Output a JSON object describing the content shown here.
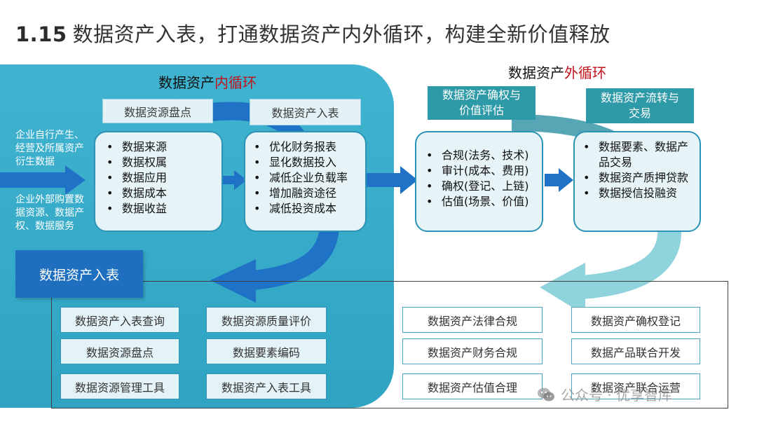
{
  "title": {
    "number": "1.15",
    "text": "数据资产入表，打通数据资产内外循环，构建全新价值释放"
  },
  "inner_cycle": {
    "heading_prefix": "数据资产",
    "heading_highlight": "内循环",
    "tag_left": "数据资源盘点",
    "tag_right": "数据资产入表",
    "box_left": [
      "数据来源",
      "数据权属",
      "数据应用",
      "数据成本",
      "数据收益"
    ],
    "box_right": [
      "优化财务报表",
      "显化数据投入",
      "减低企业负载率",
      "增加融资途径",
      "减低投资成本"
    ]
  },
  "outer_cycle": {
    "heading_prefix": "数据资产",
    "heading_highlight": "外循环",
    "tag_left_line1": "数据资产确权与",
    "tag_left_line2": "价值评估",
    "tag_right_line1": "数据资产流转与",
    "tag_right_line2": "交易",
    "box_left": [
      "合规(法务、技术)",
      "审计(成本、费用)",
      "确权(登记、上链)",
      "估值(场景、价值)"
    ],
    "box_right": [
      "数据要素、数据产品交易",
      "数据资产质押贷款",
      "数据授信投融资"
    ]
  },
  "sources": {
    "internal": "企业自行产生、经营及所属资产衍生数据",
    "external": "企业外部购置数据资源、数据产权、数据服务"
  },
  "entry_tab": "数据资产入表",
  "grid_left": [
    [
      "数据资产入表查询",
      "数据资源质量评价"
    ],
    [
      "数据资源盘点",
      "数据要素编码"
    ],
    [
      "数据资源管理工具",
      "数据资产入表工具"
    ]
  ],
  "grid_right": [
    [
      "数据资产法律合规",
      "数据资产确权登记"
    ],
    [
      "数据资产财务合规",
      "数据产品联合开发"
    ],
    [
      "数据资产估值合理",
      "数据资产联合运营"
    ]
  ],
  "watermark": "公众号 · 优享智库",
  "colors": {
    "panel": "#3fb3cf",
    "arrow_blue": "#1f72c6",
    "highlight_red": "#c0121b",
    "tag_dark": "#2e9aa8",
    "outer_arrow": "#8fd3dc"
  }
}
